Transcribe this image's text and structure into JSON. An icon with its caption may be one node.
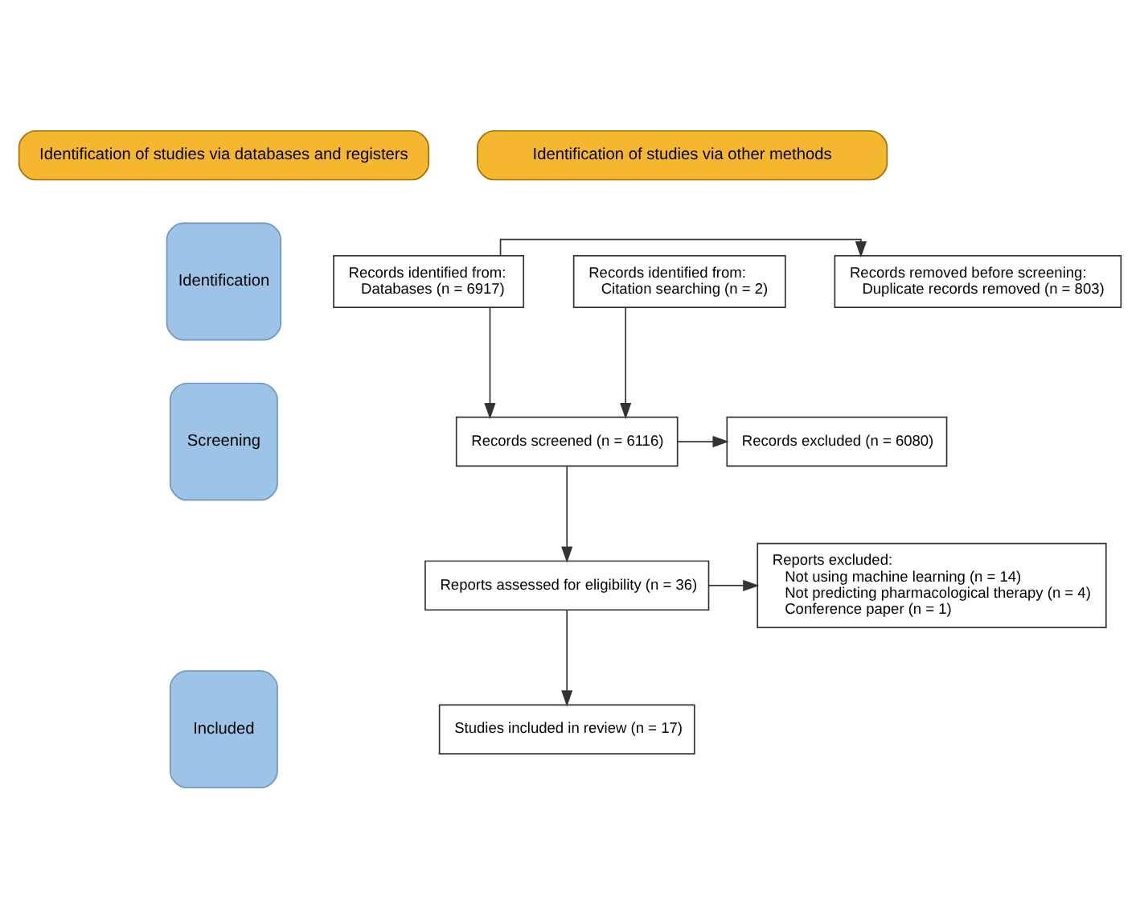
{
  "diagram": {
    "nodes": [
      {
        "text": [
          "Identification of studies via databases and registers"
        ]
      },
      {
        "text": [
          "Identification of studies via other methods"
        ]
      },
      {
        "text": [
          "Identification"
        ]
      },
      {
        "text": [
          "Screening"
        ]
      },
      {
        "text": [
          "Included"
        ]
      },
      {
        "text": [
          "Records identified from:",
          "Databases (n = 6917)"
        ]
      },
      {
        "text": [
          "Records removed before screening:",
          "Duplicate records removed (n = 803)"
        ]
      },
      {
        "text": [
          "Records identified from:",
          "Citation searching (n = 2)"
        ]
      },
      {
        "text": [
          "Records screened (n = 6116)"
        ]
      },
      {
        "text": [
          "Records excluded (n = 6080)"
        ]
      },
      {
        "text": [
          "Reports assessed for eligibility (n = 36)"
        ]
      },
      {
        "text": [
          "Reports excluded:",
          "Not using machine learning (n = 14)",
          "Not predicting pharmacological therapy (n = 4)",
          "Conference paper (n = 1)"
        ]
      },
      {
        "text": [
          "Studies included in review (n = 17)"
        ]
      }
    ],
    "edges": [
      {
        "from": 5,
        "to": 6,
        "arrow": "to"
      },
      {
        "from": 5,
        "to": 8,
        "arrow": "to"
      },
      {
        "from": 7,
        "to": 8,
        "arrow": "to"
      },
      {
        "from": 8,
        "to": 9,
        "arrow": "to"
      },
      {
        "from": 8,
        "to": 10,
        "arrow": "to"
      },
      {
        "from": 10,
        "to": 11,
        "arrow": "to"
      },
      {
        "from": 10,
        "to": 12,
        "arrow": "to"
      }
    ]
  }
}
